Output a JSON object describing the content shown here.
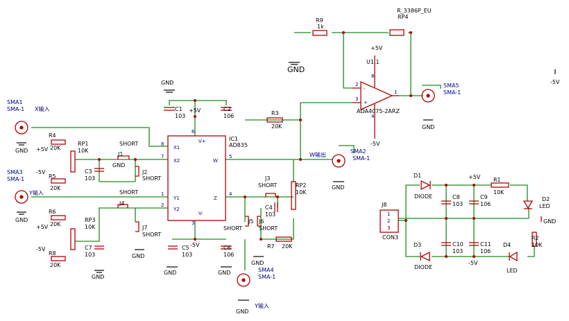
{
  "schematic": {
    "labels": {
      "sma1": "SMA1",
      "sma1_type": "SMA-1",
      "x_input": "X输入",
      "sma3": "SMA3",
      "sma3_type": "SMA-1",
      "y_input": "Y输入",
      "sma2": "SMA2",
      "sma2_type": "SMA-1",
      "w_output": "W输出",
      "sma4": "SMA4",
      "sma4_type": "SMA-1",
      "y_input_bottom": "Y输入",
      "sma5": "SMA5",
      "sma5_type": "SMA-1",
      "r4": "R4",
      "r4_val": "20K",
      "r5": "R5",
      "r5_val": "20K",
      "r6": "R6",
      "r6_val": "20K",
      "r8": "R8",
      "r8_val": "20K",
      "rp1": "RP1",
      "rp1_val": "10K",
      "rp3": "RP3",
      "rp3_val": "10K",
      "rp2": "RP2",
      "rp2_val": "10K",
      "rp4": "RP4",
      "rp4_footprint": "R_3386P_EU",
      "r9": "R9",
      "r9_val": "1k",
      "r3": "R3",
      "r3_val": "20K",
      "r7": "R7",
      "r7_val": "20K",
      "r1": "R1",
      "r1_val": "10K",
      "r2": "R2",
      "r2_val": "10K",
      "c1": "C1",
      "c1_val": "103",
      "c2": "C2",
      "c2_val": "106",
      "c3": "C3",
      "c3_val": "103",
      "c7": "C7",
      "c7_val": "103",
      "c4": "C4",
      "c4_val": "103",
      "c5": "C5",
      "c5_val": "103",
      "c6": "C6",
      "c6_val": "106",
      "c8": "C8",
      "c8_val": "103",
      "c9": "C9",
      "c9_val": "106",
      "c10": "C10",
      "c10_val": "103",
      "c11": "C11",
      "c11_val": "106",
      "j1": "J1",
      "j2": "J2",
      "j3": "J3",
      "j4": "J4",
      "j5": "J5",
      "j6": "J6",
      "j7": "J7",
      "j8": "J8",
      "short": "SHORT",
      "gnd": "GND",
      "ic1": "IC1",
      "ic1_part": "AD835",
      "u1": "U1.1",
      "u1_part": "ADA4075-2ARZ",
      "con3": "CON3",
      "d1": "D1",
      "d3": "D3",
      "diode": "DIODE",
      "d2": "D2",
      "d4": "D4",
      "led": "LED",
      "plus5": "+5V",
      "minus5": "-5V",
      "pin_x1": "X1",
      "pin_x2": "X2",
      "pin_y1": "Y1",
      "pin_y2": "Y2",
      "pin_w": "W",
      "pin_z": "Z",
      "pin_vp": "V+",
      "pin_vm": "V-",
      "n1": "1",
      "n2": "2",
      "n3": "3",
      "n4": "4",
      "n5": "5",
      "n6": "6",
      "n7": "7",
      "n8": "8",
      "plus": "+",
      "minus": "-"
    }
  },
  "colors": {
    "wire": "#1a8a1a",
    "part": "#b00000",
    "text": "#000080",
    "ground": "#000000"
  }
}
